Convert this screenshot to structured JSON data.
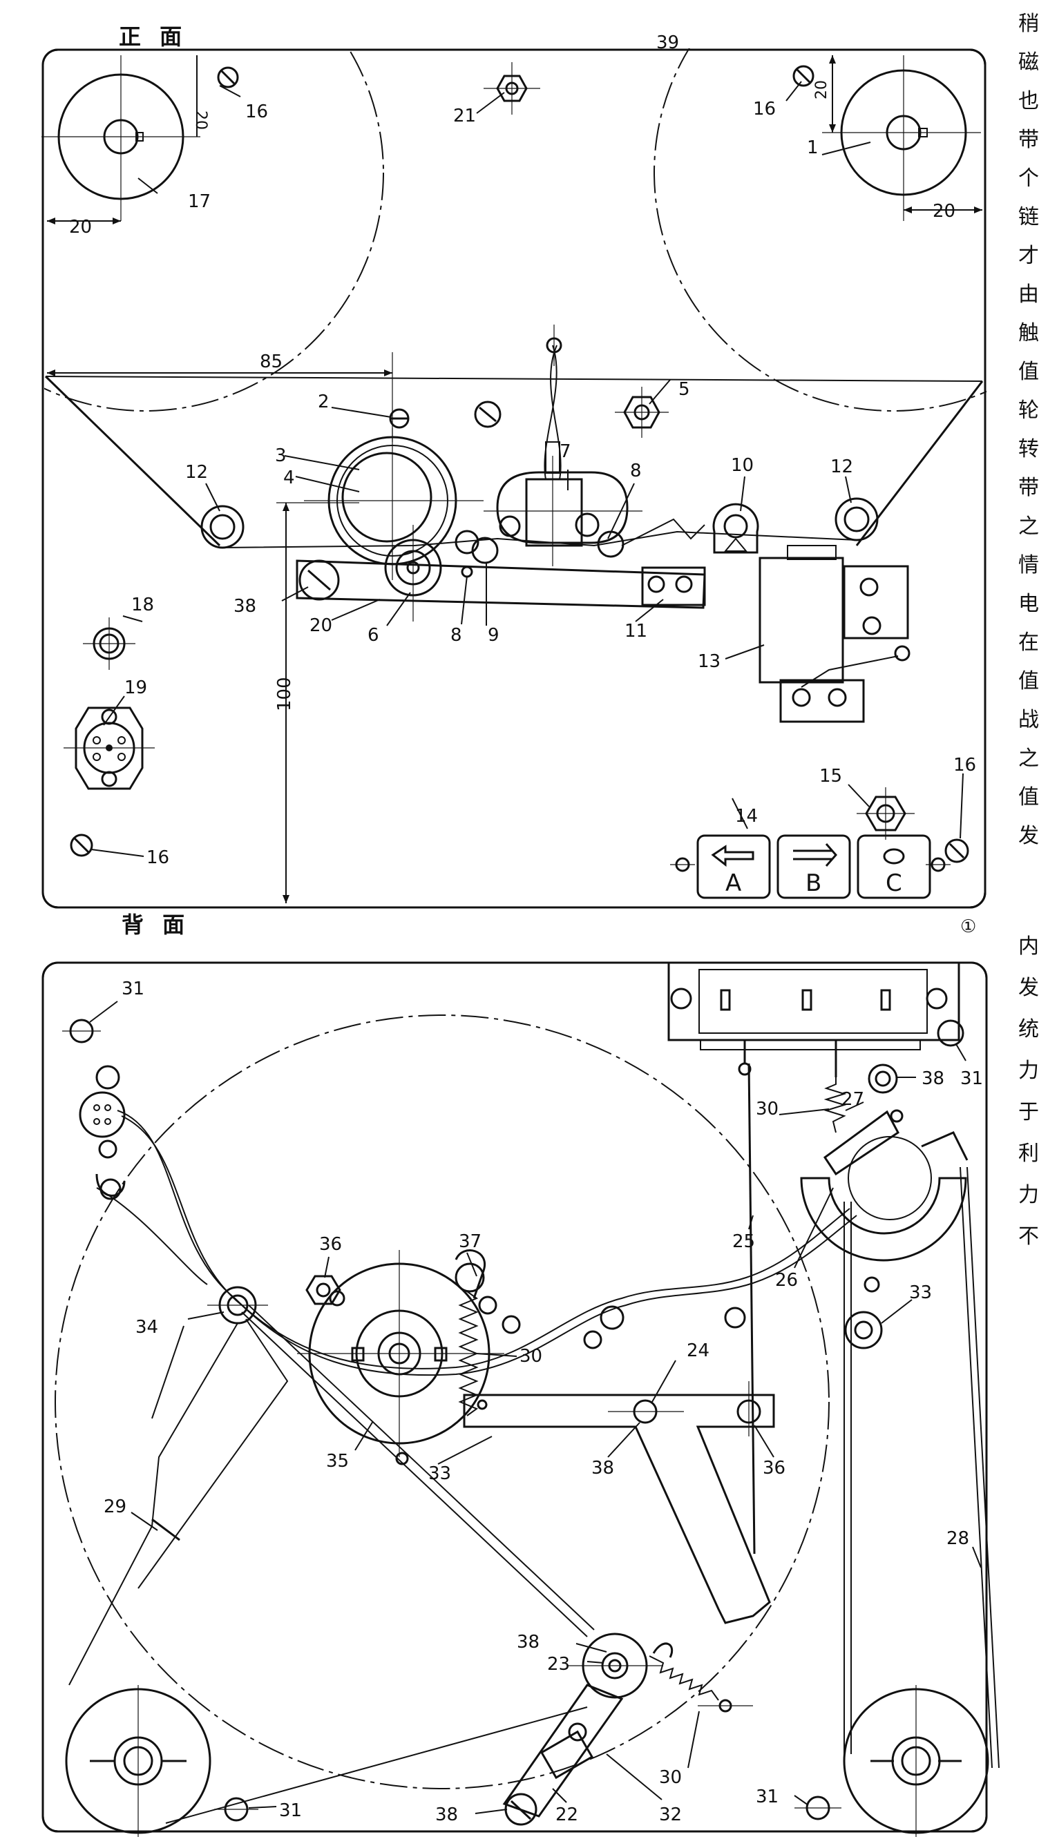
{
  "views": {
    "front_title": "正 面",
    "back_title": "背 面",
    "figure_number": "①"
  },
  "keys": {
    "a_label": "A",
    "b_label": "B",
    "c_label": "C"
  },
  "dimensions": {
    "d20_top_left": "20",
    "d20_left": "20",
    "d20_top_right": "20",
    "d20_right": "20",
    "d85": "85",
    "d100": "100"
  },
  "front_parts": {
    "p1": "1",
    "p2": "2",
    "p3": "3",
    "p4": "4",
    "p5": "5",
    "p6": "6",
    "p7": "7",
    "p8a": "8",
    "p8b": "8",
    "p9": "9",
    "p10": "10",
    "p11": "11",
    "p12a": "12",
    "p12b": "12",
    "p13": "13",
    "p14": "14",
    "p15": "15",
    "p16a": "16",
    "p16b": "16",
    "p16c": "16",
    "p16d": "16",
    "p17": "17",
    "p18": "18",
    "p19": "19",
    "p20": "20",
    "p21": "21",
    "p38": "38",
    "p39": "39"
  },
  "back_parts": {
    "p22": "22",
    "p23": "23",
    "p24": "24",
    "p25": "25",
    "p26": "26",
    "p27": "27",
    "p28": "28",
    "p29": "29",
    "p30a": "30",
    "p30b": "30",
    "p30c": "30",
    "p31a": "31",
    "p31b": "31",
    "p31c": "31",
    "p31d": "31",
    "p32": "32",
    "p33a": "33",
    "p33b": "33",
    "p34": "34",
    "p35": "35",
    "p36a": "36",
    "p36b": "36",
    "p37": "37",
    "p38a": "38",
    "p38b": "38",
    "p38c": "38",
    "p38d": "38"
  },
  "side_text": [
    "稍",
    "磁",
    "也",
    "带",
    "个",
    "链",
    "才",
    "由",
    "触",
    "值",
    "轮",
    "转",
    "带",
    "之",
    "情",
    "电",
    "在",
    "值",
    "战",
    "之",
    "值",
    "发",
    "内",
    "发",
    "统",
    "力",
    "于",
    "利",
    "力",
    "不"
  ]
}
